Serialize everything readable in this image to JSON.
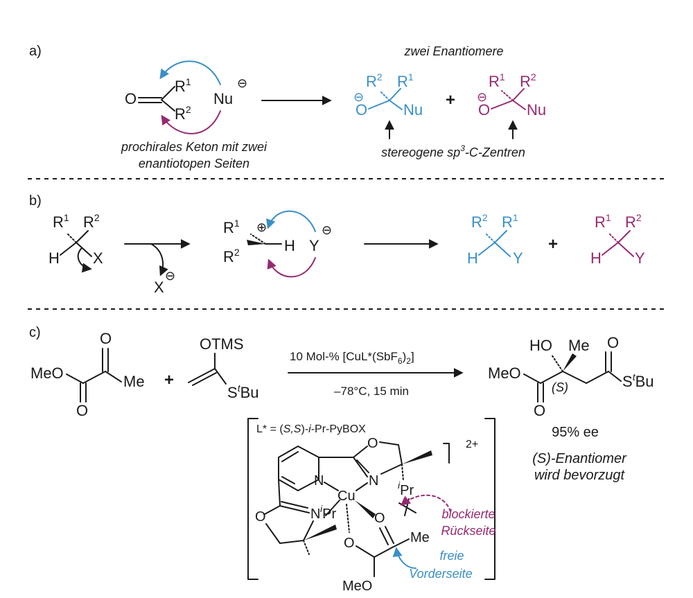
{
  "colors": {
    "blue": "#3a8fc8",
    "purple": "#962a70",
    "ink": "#1a1a1a"
  },
  "panel_a": {
    "label": "a)",
    "O": "O",
    "R1": "R",
    "R1_sup": "1",
    "R2": "R",
    "R2_sup": "2",
    "Nu": "Nu",
    "charge_minus": "⊖",
    "caption_line1": "prochirales Keton mit zwei",
    "caption_line2": "enantiotopen Seiten",
    "products_title": "zwei Enantiomere",
    "plus": "+",
    "stereo_caption": "stereogene sp",
    "stereo_caption_sup": "3",
    "stereo_caption_tail": "-C-Zentren"
  },
  "panel_b": {
    "label": "b)",
    "R": "R",
    "sup1": "1",
    "sup2": "2",
    "H": "H",
    "X": "X",
    "Y": "Y",
    "charge_minus": "⊖",
    "charge_plus": "⊕",
    "plus": "+"
  },
  "panel_c": {
    "label": "c)",
    "MeO": "MeO",
    "Me": "Me",
    "O": "O",
    "OTMS": "OTMS",
    "S": "S",
    "tBu_sup": "t",
    "Bu": "Bu",
    "plus": "+",
    "conditions_top": "10 Mol-% [CuL*(SbF",
    "conditions_top_sub": "6",
    "conditions_top_tail": ")",
    "conditions_top_sub2": "2",
    "conditions_top_end": "]",
    "conditions_bottom": "–78°C, 15 min",
    "HO": "HO",
    "S_label": "(S)",
    "ee": "95% ee",
    "result_line1": "(S)-Enantiomer",
    "result_line2": "wird bevorzugt",
    "ligand_label_a": "L* = (",
    "ligand_label_s": "S,S",
    "ligand_label_b": ")-",
    "ligand_label_i": "i",
    "ligand_label_c": "-Pr-PyBOX",
    "charge_2plus": "2+",
    "Cu": "Cu",
    "N": "N",
    "iPr_sup": "i",
    "Pr": "Pr",
    "blocked_line1": "blockierte",
    "blocked_line2": "Rückseite",
    "free_line1": "freie",
    "free_line2": "Vorderseite"
  }
}
